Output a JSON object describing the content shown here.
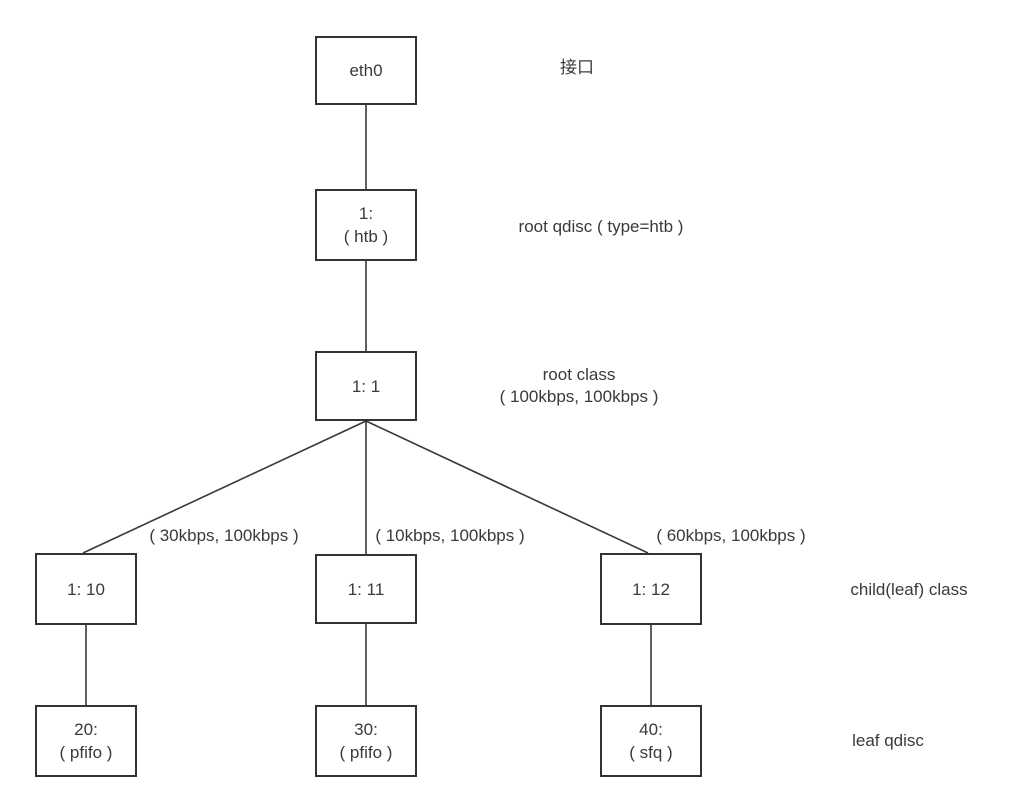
{
  "diagram": {
    "nodes": {
      "eth0": {
        "line1": "eth0"
      },
      "root_qdisc": {
        "line1": "1:",
        "line2": "( htb )"
      },
      "root_class": {
        "line1": "1: 1"
      },
      "class10": {
        "line1": "1: 10"
      },
      "class11": {
        "line1": "1: 11"
      },
      "class12": {
        "line1": "1: 12"
      },
      "qdisc20": {
        "line1": "20:",
        "line2": "( pfifo )"
      },
      "qdisc30": {
        "line1": "30:",
        "line2": "( pfifo )"
      },
      "qdisc40": {
        "line1": "40:",
        "line2": "( sfq )"
      }
    },
    "edge_labels": {
      "to_class10": "( 30kbps, 100kbps )",
      "to_class11": "( 10kbps, 100kbps )",
      "to_class12": "( 60kbps, 100kbps )"
    },
    "annotations": {
      "interface": "接口",
      "root_qdisc": "root qdisc ( type=htb )",
      "root_class_line1": "root class",
      "root_class_line2": "( 100kbps, 100kbps )",
      "child_class": "child(leaf) class",
      "leaf_qdisc": "leaf qdisc"
    },
    "colors": {
      "line": "#383838",
      "border": "#333333",
      "text": "#3a3a3a",
      "background": "#ffffff"
    }
  }
}
